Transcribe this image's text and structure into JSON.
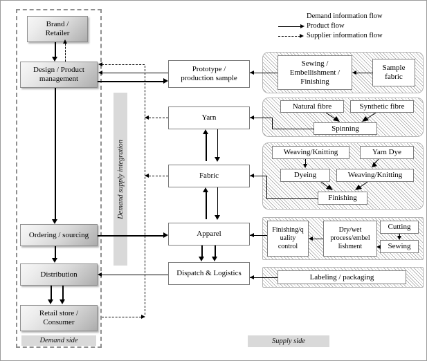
{
  "legend": {
    "items": [
      {
        "label": "Demand information  flow",
        "style": "solid-thin-hidden"
      },
      {
        "label": "Product flow",
        "style": "solid-arrow"
      },
      {
        "label": "Supplier information  flow",
        "style": "dashed-arrow"
      }
    ]
  },
  "demand_side": {
    "caption": "Demand side",
    "boxes": [
      {
        "id": "brand",
        "label": "Brand /\nRetailer"
      },
      {
        "id": "design",
        "label": "Design / Product\nmanagement"
      },
      {
        "id": "ordering",
        "label": "Ordering / sourcing"
      },
      {
        "id": "distribution",
        "label": "Distribution"
      },
      {
        "id": "retail",
        "label": "Retail store /\nConsumer"
      }
    ]
  },
  "integration": {
    "caption": "Demand supply integration"
  },
  "center": {
    "boxes": [
      {
        "id": "prototype",
        "label": "Prototype /\nproduction sample"
      },
      {
        "id": "yarn",
        "label": "Yarn"
      },
      {
        "id": "fabric",
        "label": "Fabric"
      },
      {
        "id": "apparel",
        "label": "Apparel"
      },
      {
        "id": "dispatch",
        "label": "Dispatch & Logistics"
      }
    ]
  },
  "supply_side": {
    "caption": "Supply side",
    "clusters": [
      {
        "id": "sampling",
        "boxes": [
          {
            "id": "sewing-emb-fin",
            "label": "Sewing /\nEmbellishment  /\nFinishing"
          },
          {
            "id": "sample-fabric",
            "label": "Sample\nfabric"
          }
        ]
      },
      {
        "id": "yarn-cluster",
        "boxes": [
          {
            "id": "natural-fibre",
            "label": "Natural  fibre"
          },
          {
            "id": "synthetic-fibre",
            "label": "Synthetic fibre"
          },
          {
            "id": "spinning",
            "label": "Spinning"
          }
        ]
      },
      {
        "id": "fabric-cluster",
        "boxes": [
          {
            "id": "weaving-knitting-1",
            "label": "Weaving/Knitting"
          },
          {
            "id": "yarn-dye",
            "label": "Yarn Dye"
          },
          {
            "id": "dyeing",
            "label": "Dyeing"
          },
          {
            "id": "weaving-knitting-2",
            "label": "Weaving/Knitting"
          },
          {
            "id": "finishing",
            "label": "Finishing"
          }
        ]
      },
      {
        "id": "apparel-cluster",
        "boxes": [
          {
            "id": "finishing-qc",
            "label": "Finishing/q\nuality\ncontrol"
          },
          {
            "id": "dry-wet",
            "label": "Dry/wet\nprocess/embel\nlishment"
          },
          {
            "id": "cutting",
            "label": "Cutting"
          },
          {
            "id": "sewing",
            "label": "Sewing"
          }
        ]
      },
      {
        "id": "logistics-cluster",
        "boxes": [
          {
            "id": "labeling-packaging",
            "label": "Labeling  / packaging"
          }
        ]
      }
    ]
  },
  "colors": {
    "box_border": "#8d8d8d",
    "hatch_line": "#9b9b9b",
    "caption_bg": "#d9d9d9",
    "frame_dash": "#8f8f8f"
  }
}
